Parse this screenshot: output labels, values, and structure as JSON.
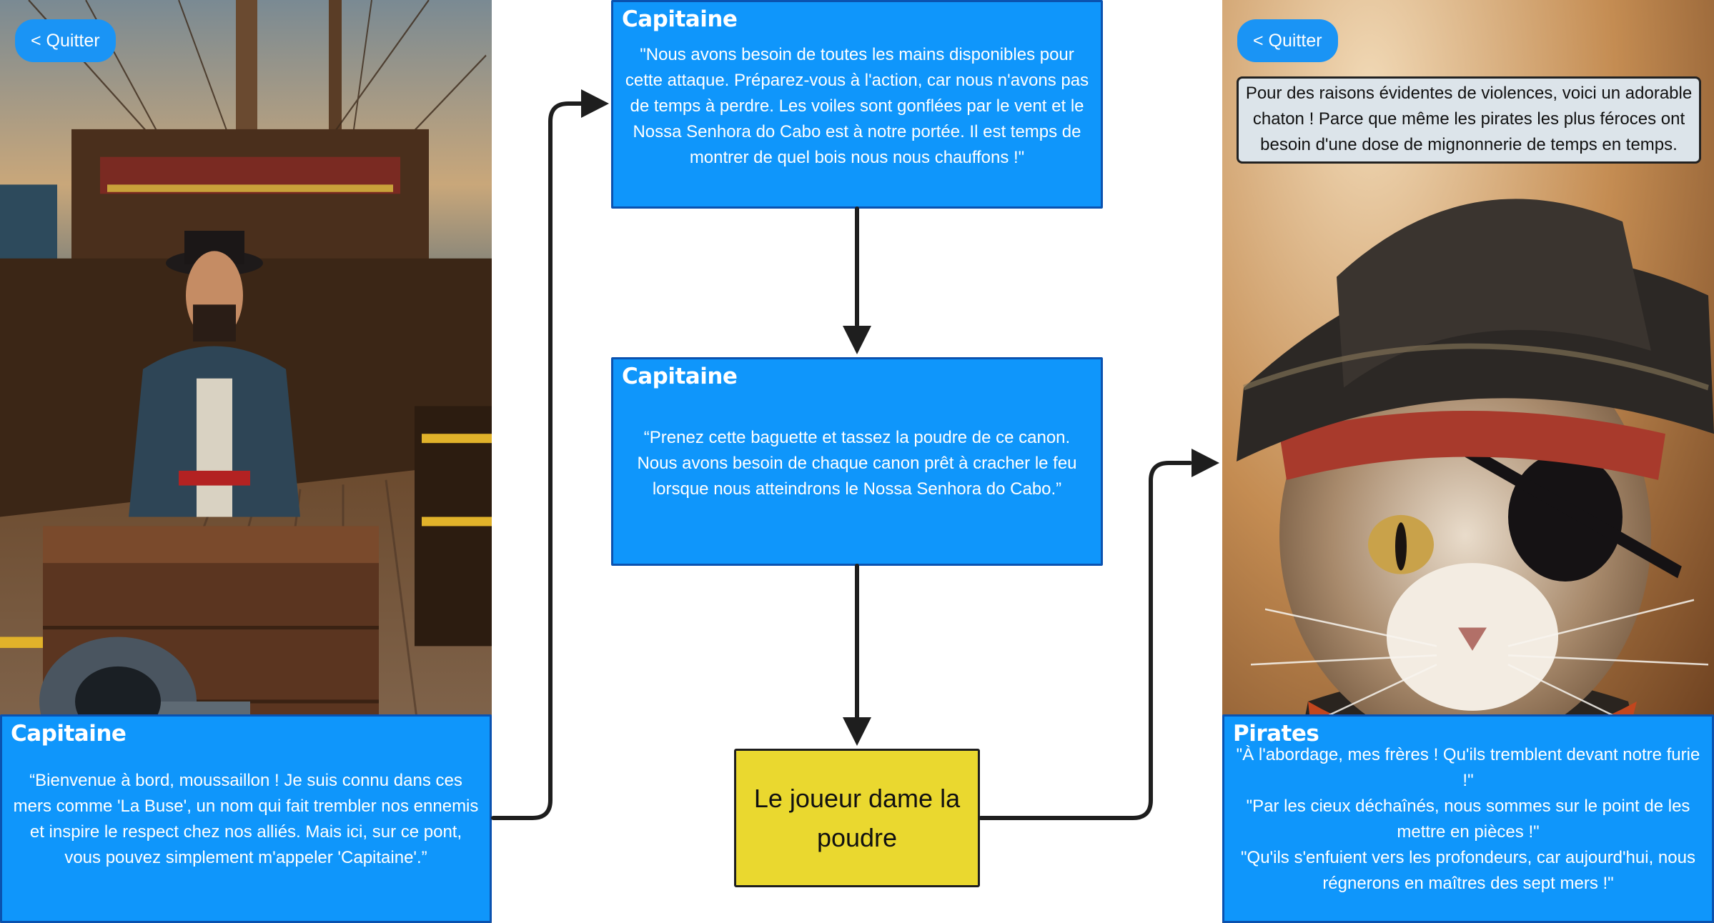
{
  "left_scene": {
    "quit_label": "< Quitter",
    "card": {
      "title": "Capitaine",
      "text": "“Bienvenue à bord, moussaillon ! Je suis connu dans ces mers comme 'La Buse', un nom qui fait trembler nos ennemis et inspire le respect chez nos alliés. Mais ici, sur ce pont, vous pouvez simplement m'appeler 'Capitaine'.”"
    }
  },
  "flow": {
    "step1": {
      "title": "Capitaine",
      "text": "\"Nous avons besoin de toutes les mains disponibles pour cette attaque. Préparez-vous à l'action, car nous n'avons pas de temps à perdre. Les voiles sont gonflées par le vent et le Nossa Senhora do Cabo est à notre portée. Il est temps de montrer de quel bois nous nous chauffons !\""
    },
    "step2": {
      "title": "Capitaine",
      "text": "“Prenez cette baguette et tassez la poudre de ce canon. Nous avons besoin de chaque canon prêt à cracher le feu lorsque nous atteindrons le Nossa Senhora do Cabo.”"
    },
    "outcome": {
      "text": "Le joueur dame la poudre"
    }
  },
  "right_scene": {
    "quit_label": "< Quitter",
    "notice": "Pour des raisons évidentes de violences, voici un adorable chaton ! Parce que même les pirates les plus féroces ont besoin d'une dose de mignonnerie de temps en temps.",
    "card": {
      "title": "Pirates",
      "lines": [
        "\"À l'abordage, mes frères ! Qu'ils tremblent devant notre furie !\"",
        "\"Par les cieux déchaînés, nous sommes sur le point de les mettre en pièces !\"",
        "\"Qu'ils s'enfuient vers les profondeurs, car aujourd'hui, nous régnerons en maîtres des sept mers !\""
      ]
    }
  },
  "colors": {
    "card_fill": "#0f96fb",
    "card_border": "#0a52b0",
    "outcome_fill": "#ead82f",
    "connector": "#1e1e1e",
    "quit_button": "#1a94f5"
  }
}
